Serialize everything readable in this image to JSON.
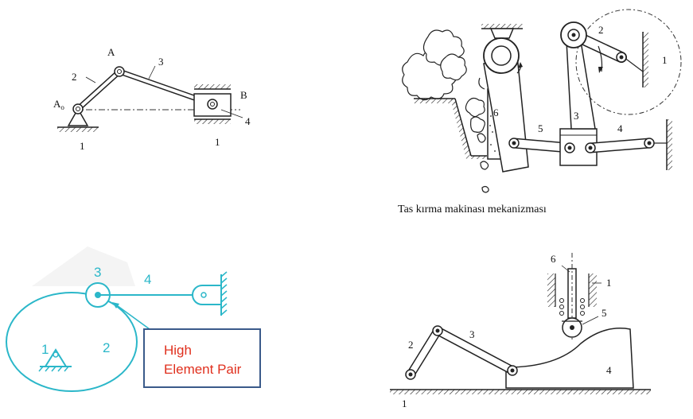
{
  "diagram1": {
    "labels": {
      "A": "A",
      "B": "B",
      "A0": "A",
      "A0_sub": "o",
      "n2": "2",
      "n3": "3",
      "n4": "4",
      "n1a": "1",
      "n1b": "1"
    }
  },
  "diagram2": {
    "caption": "Tas kırma makinası mekanizması",
    "labels": {
      "n1": "1",
      "n2": "2",
      "n3": "3",
      "n4": "4",
      "n5": "5",
      "n6": "6"
    }
  },
  "diagram3": {
    "labels": {
      "n1": "1",
      "n2": "2",
      "n3": "3",
      "n4": "4"
    },
    "callout_line1": "High",
    "callout_line2": "Element Pair",
    "accent_color": "#2bb7c9",
    "callout_text_color": "#e0301e",
    "callout_border_color": "#3a5a8a"
  },
  "diagram4": {
    "labels": {
      "n1a": "1",
      "n1b": "1",
      "n2": "2",
      "n3": "3",
      "n4": "4",
      "n5": "5",
      "n6": "6"
    }
  }
}
